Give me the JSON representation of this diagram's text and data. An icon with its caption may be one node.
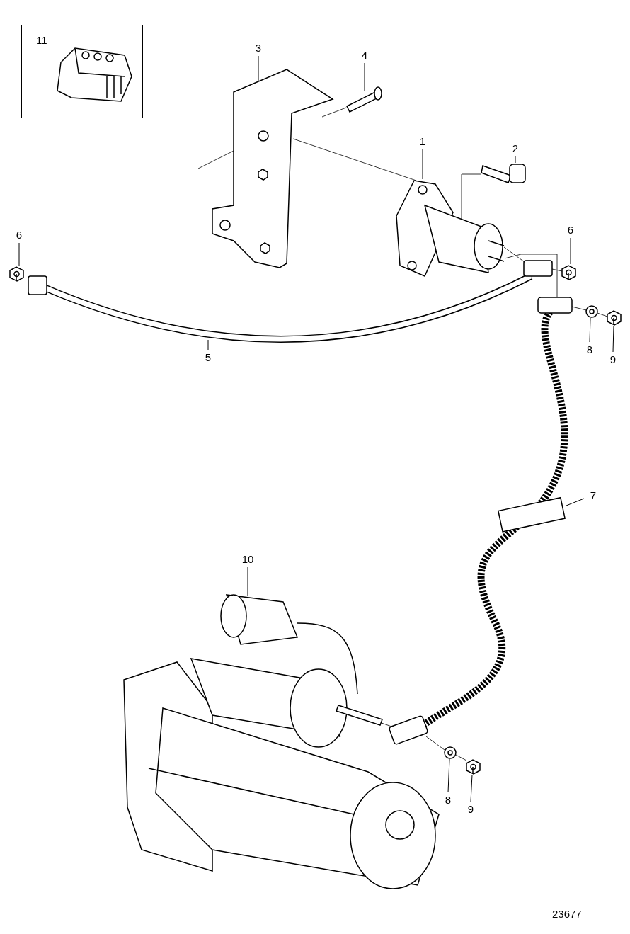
{
  "diagram": {
    "nodes": [
      {
        "text": [
          "11"
        ]
      },
      {
        "text": [
          "3"
        ]
      },
      {
        "text": [
          "4"
        ]
      },
      {
        "text": [
          "1"
        ]
      },
      {
        "text": [
          "2"
        ]
      },
      {
        "text": [
          "6"
        ]
      },
      {
        "text": [
          "6"
        ]
      },
      {
        "text": [
          "5"
        ]
      },
      {
        "text": [
          "8"
        ]
      },
      {
        "text": [
          "9"
        ]
      },
      {
        "text": [
          "7"
        ]
      },
      {
        "text": [
          "10"
        ]
      },
      {
        "text": [
          "8"
        ]
      },
      {
        "text": [
          "9"
        ]
      },
      {
        "text": [],
        "shape": "picture"
      },
      {
        "text": [],
        "shape": "picture"
      },
      {
        "text": [],
        "shape": "picture"
      },
      {
        "text": [],
        "shape": "picture"
      },
      {
        "text": [],
        "shape": "picture"
      },
      {
        "text": [],
        "shape": "picture"
      },
      {
        "text": [],
        "shape": "picture"
      },
      {
        "text": [],
        "shape": "picture"
      },
      {
        "text": [],
        "shape": "picture"
      },
      {
        "text": [],
        "shape": "picture"
      },
      {
        "text": [],
        "shape": "picture"
      },
      {
        "text": [],
        "shape": "picture"
      },
      {
        "text": [],
        "shape": "picture"
      }
    ],
    "edges": [
      {
        "from": 1,
        "to": 14,
        "arrow": "none"
      },
      {
        "from": 2,
        "to": 15,
        "arrow": "none"
      },
      {
        "from": 3,
        "to": 16,
        "arrow": "none"
      },
      {
        "from": 4,
        "to": 17,
        "arrow": "none"
      },
      {
        "from": 5,
        "to": 18,
        "arrow": "none"
      },
      {
        "from": 6,
        "to": 19,
        "arrow": "none"
      },
      {
        "from": 7,
        "to": 20,
        "arrow": "none"
      },
      {
        "from": 8,
        "to": 21,
        "arrow": "none"
      },
      {
        "from": 9,
        "to": 22,
        "arrow": "none"
      },
      {
        "from": 10,
        "to": 23,
        "arrow": "none"
      },
      {
        "from": 11,
        "to": 24,
        "arrow": "none"
      },
      {
        "from": 12,
        "to": 25,
        "arrow": "none"
      },
      {
        "from": 13,
        "to": 26,
        "arrow": "none"
      },
      {
        "from": null,
        "to": 14,
        "arrow": "none"
      },
      {
        "from": 15,
        "to": 14,
        "arrow": "none"
      },
      {
        "from": 14,
        "to": 16,
        "arrow": "none"
      },
      {
        "from": 17,
        "to": 16,
        "arrow": "none"
      },
      {
        "from": 16,
        "to": 20,
        "arrow": "none"
      },
      {
        "from": 20,
        "to": 19,
        "arrow": "none"
      },
      {
        "from": 16,
        "to": 23,
        "arrow": "none"
      },
      {
        "from": 23,
        "to": 21,
        "arrow": "none"
      },
      {
        "from": 21,
        "to": 22,
        "arrow": "none"
      },
      {
        "from": 24,
        "to": 23,
        "arrow": "none"
      },
      {
        "from": 23,
        "to": 25,
        "arrow": "none"
      },
      {
        "from": 25,
        "to": 26,
        "arrow": "none"
      }
    ],
    "labels": [
      "23677"
    ]
  }
}
